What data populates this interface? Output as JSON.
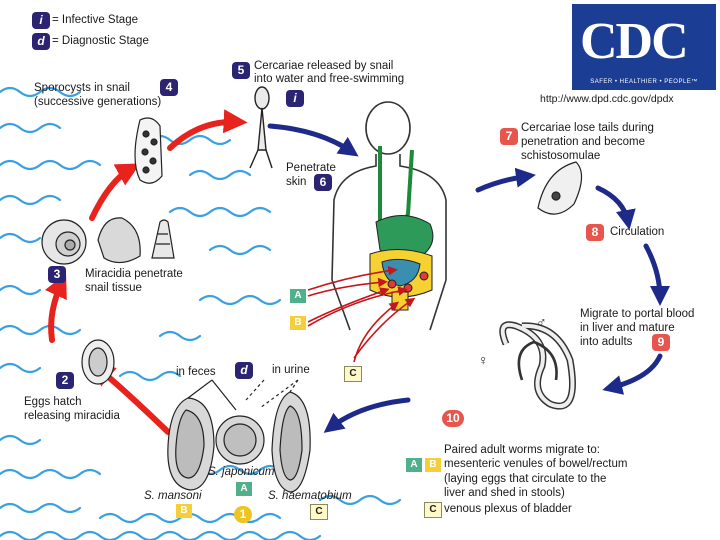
{
  "legend": {
    "infective_symbol": "i",
    "infective_label": "= Infective Stage",
    "diagnostic_symbol": "d",
    "diagnostic_label": "= Diagnostic Stage"
  },
  "logo": {
    "text": "CDC",
    "tagline": "SAFER • HEALTHIER • PEOPLE™"
  },
  "url": "http://www.dpd.cdc.gov/dpdx",
  "steps": {
    "s1": {
      "num": "1"
    },
    "s2": {
      "num": "2",
      "line1": "Eggs hatch",
      "line2": "releasing miracidia"
    },
    "s3": {
      "num": "3",
      "line1": "Miracidia penetrate",
      "line2": "snail tissue"
    },
    "s4": {
      "num": "4",
      "line1": "Sporocysts in snail",
      "line2": "(successive generations)"
    },
    "s5": {
      "num": "5",
      "line1": "Cercariae released by snail",
      "line2": "into water and free-swimming"
    },
    "s6": {
      "num": "6",
      "line1": "Penetrate",
      "line2": "skin"
    },
    "s7": {
      "num": "7",
      "line1": "Cercariae lose tails during",
      "line2": "penetration and become",
      "line3": "schistosomulae"
    },
    "s8": {
      "num": "8",
      "label": "Circulation"
    },
    "s9": {
      "num": "9",
      "line1": "Migrate to portal blood",
      "line2": "in liver and mature",
      "line3": "into adults"
    },
    "s10": {
      "num": "10",
      "line1": "Paired adult worms migrate to:",
      "line2": "mesenteric venules of bowel/rectum",
      "line3": "(laying eggs that circulate to the",
      "line4": "liver and shed in stools)",
      "line5": "venous plexus of bladder"
    }
  },
  "eggs": {
    "in_feces": "in feces",
    "in_urine": "in urine",
    "japonicum": "S. japonicum",
    "mansoni": "S. mansoni",
    "haematobium": "S. haematobium"
  },
  "badges": {
    "A": "A",
    "B": "B",
    "C": "C"
  },
  "symbols": {
    "male": "♂",
    "female": "♀"
  },
  "colors": {
    "navy_arrow": "#1e2a8a",
    "red_arrow": "#e8221d",
    "water": "#3aa0e0",
    "step_navy": "#2b2473",
    "step_red": "#e8554c",
    "badge_green": "#4fb08b",
    "badge_yellow": "#f5cf3a",
    "cdc_blue": "#1b3d94"
  }
}
